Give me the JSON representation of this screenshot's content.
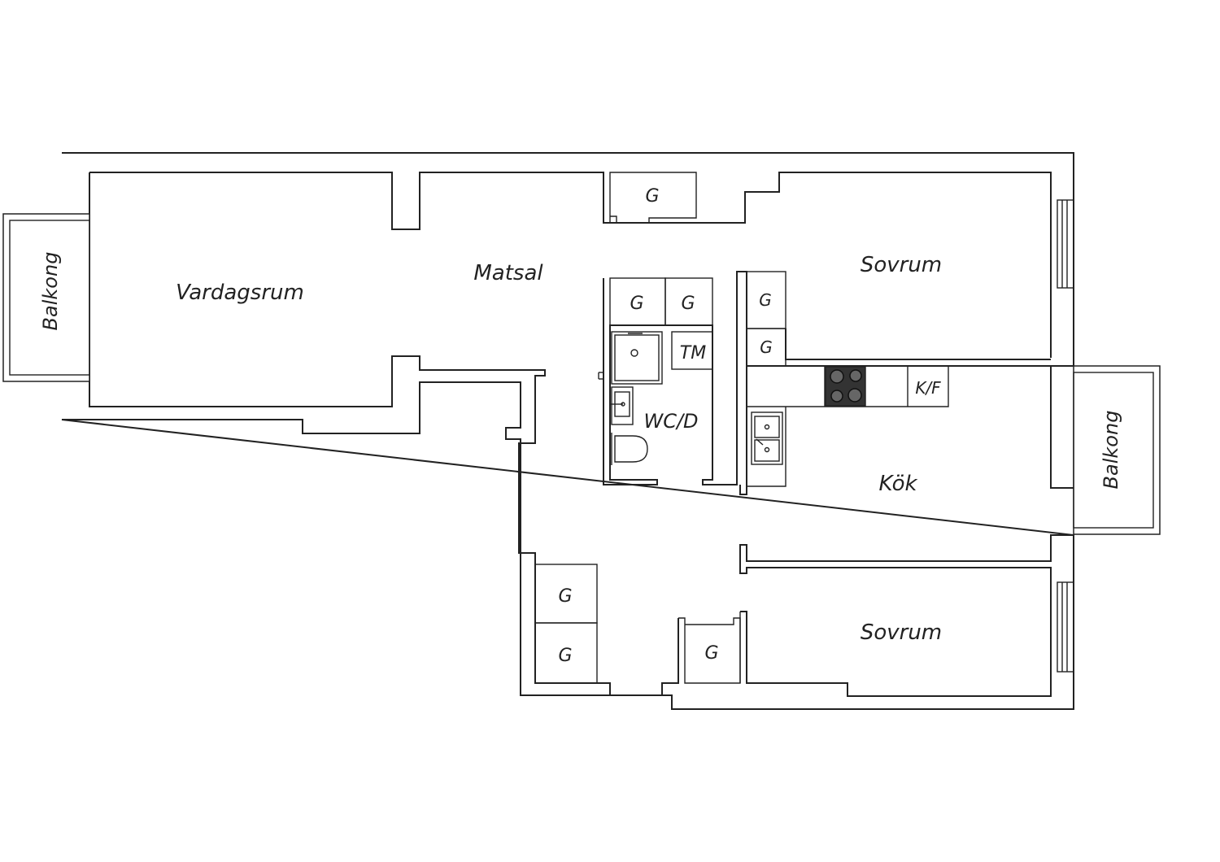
{
  "rooms": {
    "vardagsrum": "Vardagsrum",
    "matsal": "Matsal",
    "sovrum_top": "Sovrum",
    "sovrum_bottom": "Sovrum",
    "kok": "Kök",
    "wc": "WC/D",
    "balkong_left": "Balkong",
    "balkong_right": "Balkong"
  },
  "fixtures": {
    "g_top": "G",
    "g_hall_1": "G",
    "g_hall_2": "G",
    "g_side_1": "G",
    "g_side_2": "G",
    "g_low_1": "G",
    "g_low_2": "G",
    "g_low_3": "G",
    "tm": "TM",
    "kf": "K/F"
  },
  "icons": {
    "stove": "stove-icon",
    "sink": "kitchen-sink-icon",
    "shower": "shower-icon",
    "basin": "wash-basin-icon",
    "toilet": "toilet-icon",
    "window": "window-icon"
  },
  "colors": {
    "line": "#222222",
    "background": "#ffffff",
    "stove": "#333333"
  }
}
